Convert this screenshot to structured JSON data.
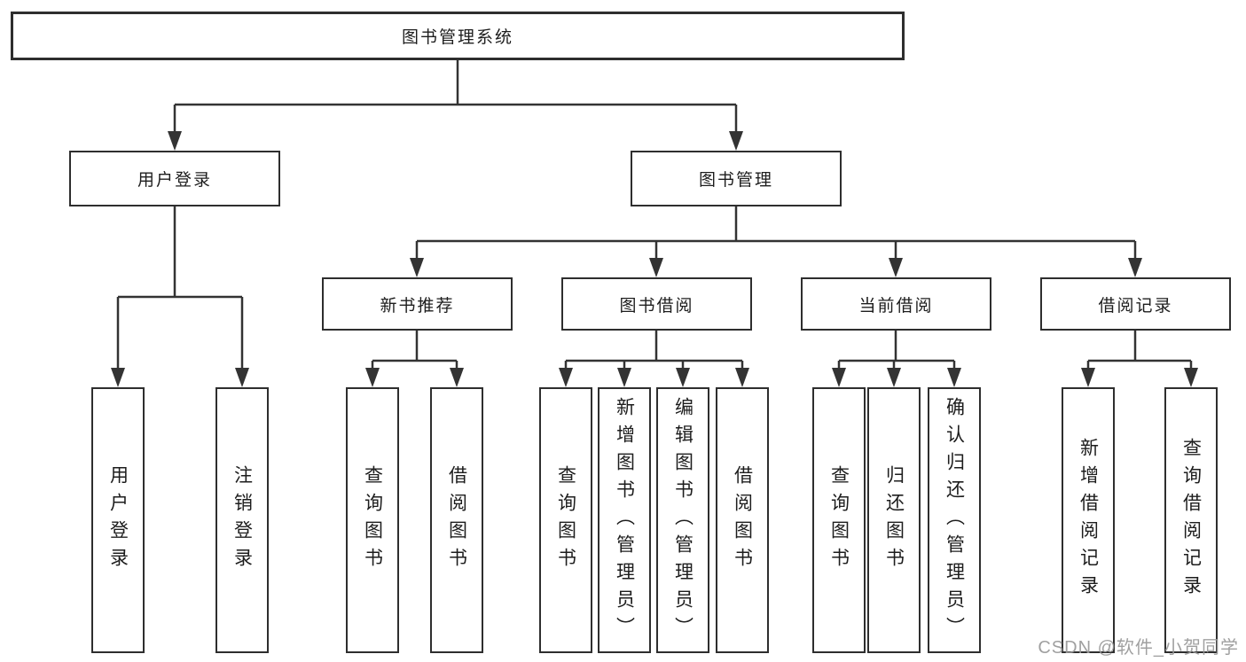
{
  "diagram": {
    "root": "图书管理系统",
    "level2": [
      "用户登录",
      "图书管理"
    ],
    "level3": [
      "新书推荐",
      "图书借阅",
      "当前借阅",
      "借阅记录"
    ],
    "leaves": {
      "user_login": [
        "用户登录",
        "注销登录"
      ],
      "new_book_recommend": [
        "查询图书",
        "借阅图书"
      ],
      "book_borrow": [
        "查询图书",
        "新增图书（管理员）",
        "编辑图书（管理员）",
        "借阅图书"
      ],
      "current_borrow": [
        "查询图书",
        "归还图书",
        "确认归还（管理员）"
      ],
      "borrow_records": [
        "新增借阅记录",
        "查询借阅记录"
      ]
    },
    "colors": {
      "line": "#333333",
      "border": "#2e2e2e",
      "text": "#1d1d1d",
      "watermark": "#989898",
      "background": "#ffffff"
    }
  },
  "watermark": {
    "text": "CSDN @软件_小贺同学"
  }
}
